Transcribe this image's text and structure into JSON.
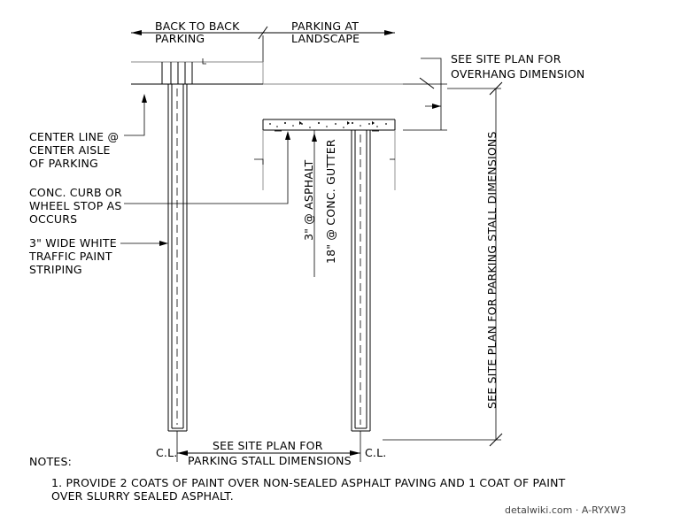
{
  "dimensions": {
    "top_left": [
      "BACK TO BACK",
      "PARKING"
    ],
    "top_right": [
      "PARKING AT",
      "LANDSCAPE"
    ],
    "overhang": [
      "SEE SITE PLAN FOR",
      "OVERHANG DIMENSION"
    ],
    "vertical_right": "SEE SITE PLAN FOR PARKING STALL DIMENSIONS",
    "bottom": [
      "SEE SITE PLAN FOR",
      "PARKING STALL DIMENSIONS"
    ],
    "cl_left": "C.L.",
    "cl_right": "C.L."
  },
  "callouts": {
    "center_line": [
      "CENTER LINE @",
      "CENTER AISLE",
      "OF PARKING"
    ],
    "curb": [
      "CONC. CURB OR",
      "WHEEL STOP AS",
      "OCCURS"
    ],
    "striping": [
      "3\" WIDE WHITE",
      "TRAFFIC PAINT",
      "STRIPING"
    ]
  },
  "vertical_labels": {
    "asphalt": "3\" @ ASPHALT",
    "gutter": "18\" @ CONC. GUTTER"
  },
  "notes": {
    "heading": "NOTES:",
    "lines": [
      "1. PROVIDE 2 COATS OF PAINT OVER NON-SEALED ASPHALT PAVING AND 1 COAT OF PAINT",
      "OVER SLURRY SEALED ASPHALT."
    ]
  },
  "watermark": "detalwiki.com · A-RYXW3"
}
